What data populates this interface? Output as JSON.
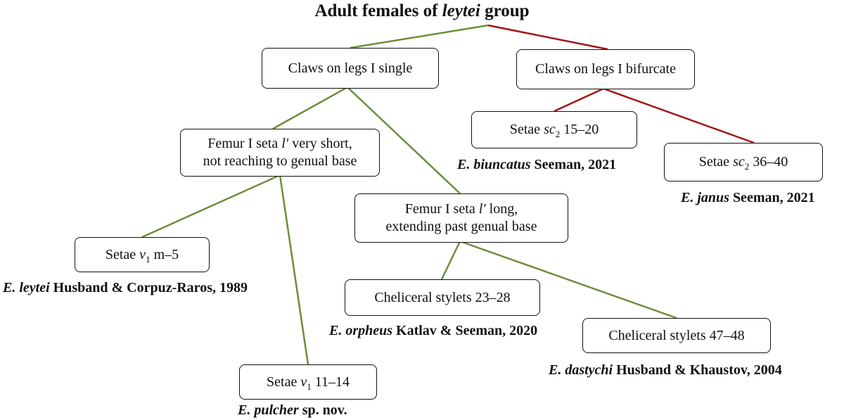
{
  "title": {
    "prefix": "Adult females of ",
    "italic": "leytei",
    "suffix": " group"
  },
  "colors": {
    "green": "#6b8e3a",
    "red": "#a31515"
  },
  "nodes": {
    "claws_single": {
      "line1": "Claws on legs I single"
    },
    "claws_bifurcate": {
      "line1": "Claws on legs I bifurcate"
    },
    "femur_short": {
      "line1_a": "Femur I seta ",
      "line1_i": "l′",
      "line1_b": " very short,",
      "line2": "not reaching to genual base"
    },
    "femur_long": {
      "line1_a": "Femur I seta ",
      "line1_i": "l′",
      "line1_b": " long,",
      "line2": "extending past genual base"
    },
    "sc2_15": {
      "pre": "Setae ",
      "sym": "sc",
      "sub": "2",
      "post": " 15–20"
    },
    "sc2_36": {
      "pre": "Setae ",
      "sym": "sc",
      "sub": "2",
      "post": " 36–40"
    },
    "v1_m5": {
      "pre": "Setae ",
      "sym": "v",
      "sub": "1",
      "post": " m–5"
    },
    "v1_11": {
      "pre": "Setae ",
      "sym": "v",
      "sub": "1",
      "post": " 11–14"
    },
    "chel_23": {
      "line1": "Cheliceral stylets 23–28"
    },
    "chel_47": {
      "line1": "Cheliceral stylets 47–48"
    }
  },
  "taxa": {
    "biuncatus": {
      "genus": "E. biuncatus",
      "author": " Seeman, 2021"
    },
    "janus": {
      "genus": "E. janus",
      "author": " Seeman, 2021"
    },
    "leytei": {
      "genus": "E. leytei",
      "author": " Husband & Corpuz-Raros, 1989"
    },
    "orpheus": {
      "genus": "E. orpheus",
      "author": " Katlav & Seeman, 2020"
    },
    "dastychi": {
      "genus": "E. dastychi",
      "author": " Husband & Khaustov, 2004"
    },
    "pulcher": {
      "genus": "E. pulcher",
      "author": " sp. nov."
    }
  }
}
